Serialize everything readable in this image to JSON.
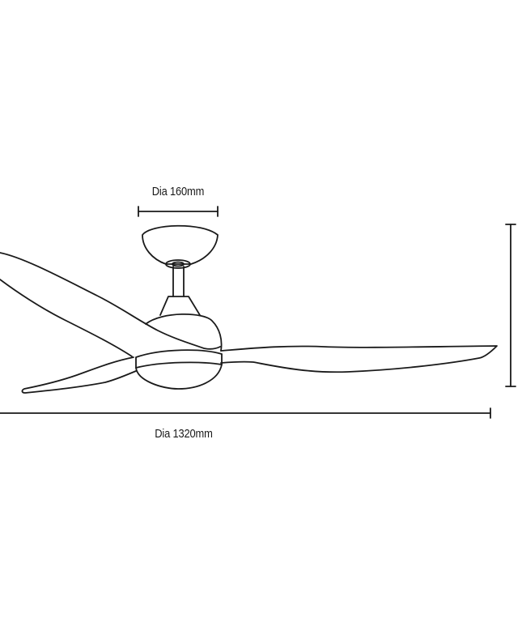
{
  "diagram": {
    "subject": "ceiling fan side elevation line drawing",
    "dimensions": {
      "canopy_diameter": {
        "label": "Dia 160mm"
      },
      "blade_span_diameter": {
        "label": "Dia 1320mm"
      },
      "overall_height": {
        "label": ""
      }
    },
    "components": [
      "canopy",
      "downrod",
      "motor-housing",
      "light-kit",
      "blade-left-upper",
      "blade-left-lower",
      "blade-right"
    ],
    "colors": {
      "line": "#1a1a1a",
      "background": "#ffffff"
    }
  }
}
